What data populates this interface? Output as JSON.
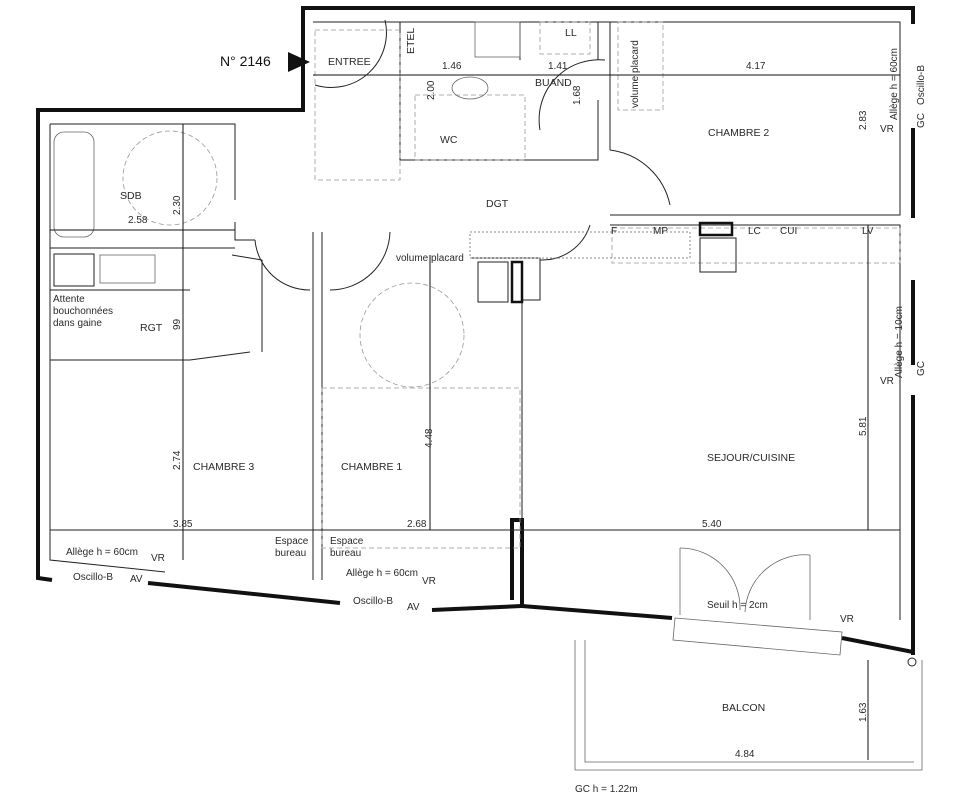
{
  "apartment": {
    "number": "N° 2146"
  },
  "rooms": {
    "entree": "ENTREE",
    "etel": "ETEL",
    "wc": "WC",
    "buand": "BUAND",
    "ll": "LL",
    "chambre_2": "CHAMBRE 2",
    "sdb": "SDB",
    "dgt": "DGT",
    "rgt": "RGT",
    "chambre_3": "CHAMBRE 3",
    "chambre_1": "CHAMBRE 1",
    "sejour": "SEJOUR/CUISINE",
    "balcon": "BALCON"
  },
  "fixtures": {
    "volume_placard_1": "volume placard",
    "volume_placard_2": "volume placard",
    "f": "F",
    "mp": "MP",
    "lc": "LC",
    "cui": "CUI",
    "lv": "LV",
    "attente_1": "Attente",
    "attente_2": "bouchonnées",
    "attente_3": "dans gaine",
    "espace_bureau_a1": "Espace",
    "espace_bureau_a2": "bureau",
    "espace_bureau_b1": "Espace",
    "espace_bureau_b2": "bureau"
  },
  "windows": {
    "allege_60_right": "Allège h = 60cm",
    "oscillo_right": "Oscillo-B",
    "gc_1": "GC",
    "vr_1": "VR",
    "allege_10": "Allège h = 10cm",
    "gc_2": "GC",
    "vr_2": "VR",
    "allege_60_c3": "Allège h = 60cm",
    "vr_c3": "VR",
    "oscillo_c3": "Oscillo-B",
    "av_c3": "AV",
    "allege_60_c1": "Allège h = 60cm",
    "vr_c1": "VR",
    "oscillo_c1": "Oscillo-B",
    "av_c1": "AV",
    "seuil": "Seuil h = 2cm",
    "vr_sejour": "VR",
    "gc_balcon": "GC h = 1.22m"
  },
  "dimensions": {
    "d146": "1.46",
    "d141": "1.41",
    "d417": "4.17",
    "d168": "1.68",
    "d200": "2.00",
    "d283": "2.83",
    "d230": "2.30",
    "d258": "2.58",
    "d99": "99",
    "d448": "4.48",
    "d581": "5.81",
    "d274": "2.74",
    "d385": "3.85",
    "d268": "2.68",
    "d540": "5.40",
    "d163": "1.63",
    "d484": "4.84"
  }
}
